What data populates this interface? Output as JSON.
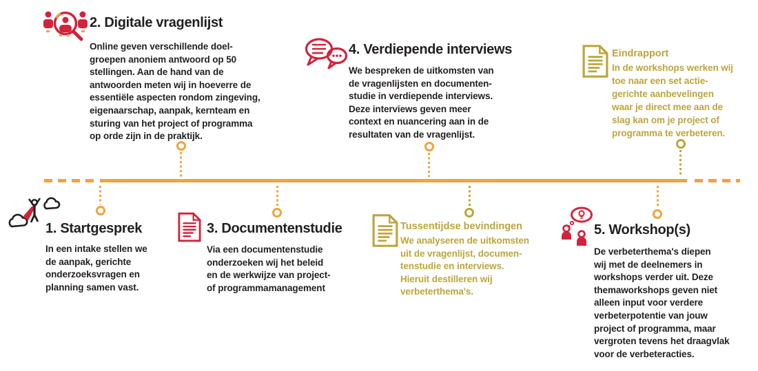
{
  "palette": {
    "orange": "#F2A33C",
    "red": "#D2233C",
    "yellow": "#BCA53C",
    "ink": "#231F20"
  },
  "steps": {
    "step1": {
      "title": "1. Startgesprek",
      "body": "In een intake stellen we\nde aanpak, gerichte\nonderzoeksvragen en\nplanning samen vast.",
      "icon": "superhero-clouds-icon"
    },
    "step2": {
      "title": "2. Digitale vragenlijst",
      "body": "Online geven verschillende doel-\ngroepen anoniem antwoord op 50\nstellingen. Aan de hand van de\nantwoorden meten wij in hoeverre de\nessentiële aspecten rondom zingeving,\neigenaarschap, aanpak, kernteam en\nsturing van het project of programma\nop orde zijn in de praktijk.",
      "icon": "people-magnifier-icon"
    },
    "step3": {
      "title": "3. Documentenstudie",
      "body": "Via een documentenstudie\nonderzoeken wij het beleid\nen de werkwijze van project-\nof programmamanagement",
      "icon": "document-icon"
    },
    "step4": {
      "title": "4. Verdiepende interviews",
      "body": "We bespreken de uitkomsten van\nde vragenlijsten en documenten-\nstudie in verdiepende interviews.\nDeze interviews geven meer\ncontext en nuancering aan in de\nresultaten van de vragenlijst.",
      "icon": "speech-bubbles-icon"
    },
    "tussentijdse": {
      "title": "Tussentijdse bevindingen",
      "body": "We analyseren de uitkomsten\nuit de vragenlijst, documen-\ntenstudie en interviews.\nHieruit destilleren wij\nverbeterthema's.",
      "icon": "document-icon"
    },
    "step5": {
      "title": "5. Workshop(s)",
      "body": "De verbeterthema's diepen\nwij met de deelnemers in\nworkshops verder uit. Deze\nthemaworkshops geven niet\nalleen input voor verdere\nverbeterpotentie van jouw\nproject of programma, maar\nvergroten tevens het draagvlak\nvoor de verbeteracties.",
      "icon": "workshop-people-idea-icon"
    },
    "eindrapport": {
      "title": "Eindrapport",
      "body": "In de workshops werken wij\ntoe naar een set actie-\ngerichte aanbevelingen\nwaar je direct mee aan de\nslag kan om je project of\nprogramma te verbeteren.",
      "icon": "document-icon"
    }
  }
}
